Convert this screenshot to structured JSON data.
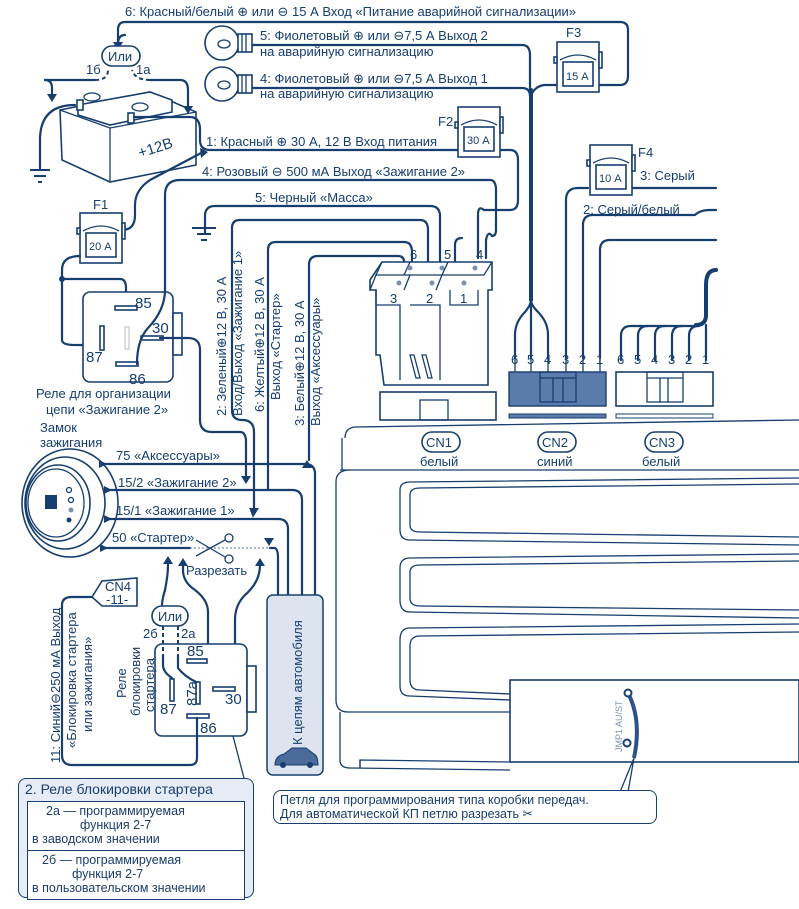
{
  "colors": {
    "wire": "#163e6e",
    "cn2_fill": "#5a7bab",
    "panel_fill": "#dde4ef"
  },
  "top_wires": {
    "w6": "6: Красный/белый ⊕ или ⊖ 15 А Вход «Питание аварийной сигнализации»",
    "w5_line1": "5: Фиолетовый ⊕ или ⊖7,5 А Выход 2",
    "w5_line2": "на аварийную сигнализацию",
    "w4_line1": "4: Фиолетовый ⊕ или ⊖7,5 А Выход 1",
    "w4_line2": "на аварийную сигнализацию",
    "w1": "1: Красный ⊕ 30 А, 12 В Вход питания",
    "w4pink": "4:  Розовый ⊖ 500 мА Выход «Зажигание 2»",
    "w5black": "5: Черный «Масса»",
    "cn3_w3": "3: Серый",
    "cn3_w2": "2: Серый/белый"
  },
  "battery": {
    "label": "+12В",
    "or_label": "Или",
    "opt_a": "1а",
    "opt_b": "1б"
  },
  "fuses": [
    {
      "id": "F1",
      "rating": "20 А"
    },
    {
      "id": "F2",
      "rating": "30 А"
    },
    {
      "id": "F3",
      "rating": "15 А"
    },
    {
      "id": "F4",
      "rating": "10 А"
    }
  ],
  "ign2_relay": {
    "pins": [
      "85",
      "87",
      "86",
      "30"
    ],
    "caption_line1": "Реле для организации",
    "caption_line2": "цепи «Зажигание 2»"
  },
  "vertical_wires": {
    "green_1": "2: Зеленый⊕12 В, 30 А",
    "green_2": "Вход/Выход «Зажигание 1»",
    "yellow_1": "6: Желтый⊕12 В, 30 А",
    "yellow_2": "Выход «Стартер»",
    "white_1": "3: Белый⊕12 В, 30 А",
    "white_2": "Выход «Аксессуары»"
  },
  "power_connector": {
    "pins_top": [
      "6",
      "5",
      "4"
    ],
    "pins_bottom": [
      "3",
      "2",
      "1"
    ]
  },
  "cn2_pins": [
    "6",
    "5",
    "4",
    "3",
    "2",
    "1"
  ],
  "cn3_pins": [
    "6",
    "5",
    "4",
    "3",
    "2",
    "1"
  ],
  "connectors": [
    {
      "id": "CN1",
      "color": "белый"
    },
    {
      "id": "CN2",
      "color": "синий"
    },
    {
      "id": "CN3",
      "color": "белый"
    }
  ],
  "ignition_switch": {
    "title_line1": "Замок",
    "title_line2": "зажигания",
    "terminals": [
      "75 «Аксессуары»",
      "15/2 «Зажигание 2»",
      "15/1 «Зажигание 1»",
      "50 «Стартер»"
    ],
    "cut_label": "Разрезать"
  },
  "cn4": {
    "id": "CN4",
    "pin": "-11-"
  },
  "blue_wire": {
    "line1": "11: Синий⊖250 мА Выход",
    "line2": "«Блокировка стартера",
    "line3": "или зажигания»"
  },
  "starter_relay": {
    "caption_line1": "Реле",
    "caption_line2": "блокировки",
    "caption_line3": "стартера",
    "or_label": "Или",
    "opt_a": "2а",
    "opt_b": "2б",
    "pins": [
      "85",
      "87",
      "87а",
      "30",
      "86"
    ]
  },
  "vehicle_panel": {
    "label": "К цепям автомобиля"
  },
  "relay_legend": {
    "title": "2. Реле блокировки стартера",
    "row_a_line1": "2а — программируемая",
    "row_a_line2": "функция 2-7",
    "row_a_line3": "в заводском значении",
    "row_b_line1": "2б — программируемая",
    "row_b_line2": "функция 2-7",
    "row_b_line3": "в пользовательском значении"
  },
  "jumper": {
    "label": "JMP1 AU/ST",
    "note_line1": "Петля для программирования типа коробки передач.",
    "note_line2": "Для автоматической КП петлю разрезать ✂"
  }
}
